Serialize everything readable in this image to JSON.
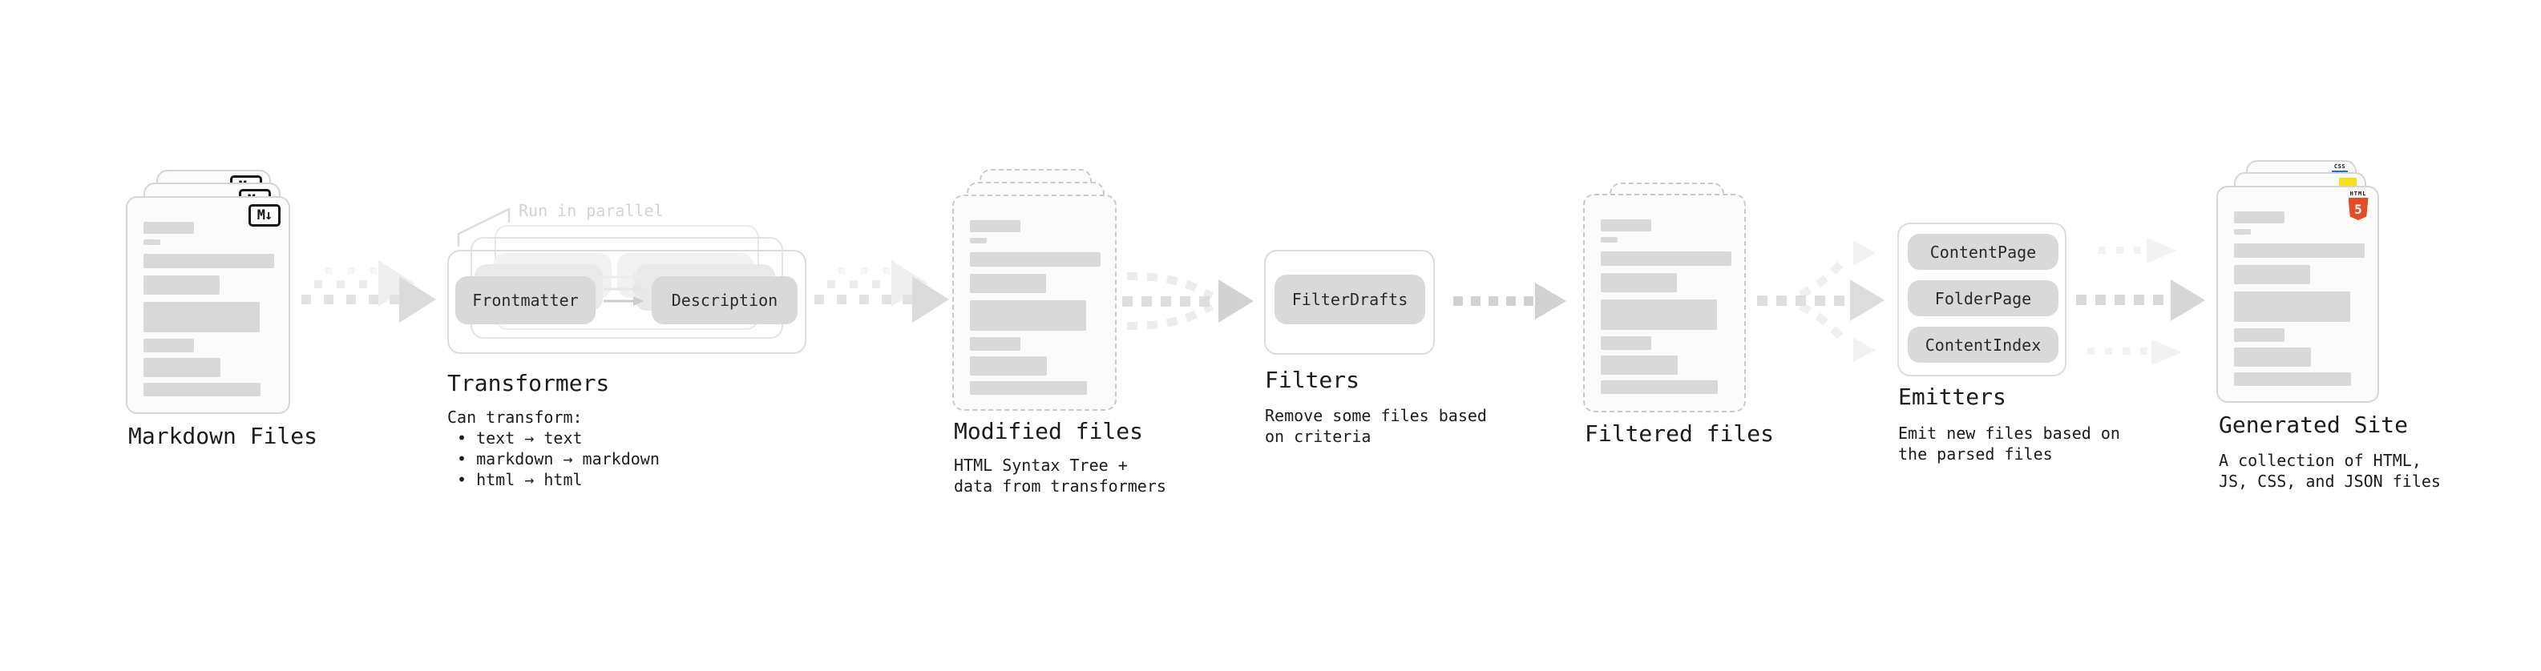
{
  "pipeline": {
    "markdown": {
      "label": "Markdown Files",
      "badge": "M↓"
    },
    "transformers": {
      "label": "Transformers",
      "annotation": "Run in parallel",
      "pill_left": "Frontmatter",
      "pill_right": "Description",
      "desc_title": "Can transform:",
      "bullets": [
        "• text → text",
        "• markdown → markdown",
        "• html → html"
      ]
    },
    "modified": {
      "label": "Modified files",
      "desc": "HTML Syntax Tree +\ndata from transformers"
    },
    "filters": {
      "label": "Filters",
      "pill": "FilterDrafts",
      "desc": "Remove some files based\non criteria"
    },
    "filtered": {
      "label": "Filtered files"
    },
    "emitters": {
      "label": "Emitters",
      "pills": [
        "ContentPage",
        "FolderPage",
        "ContentIndex"
      ],
      "desc": "Emit new files based on\nthe parsed files"
    },
    "generated": {
      "label": "Generated Site",
      "badge_css": "CSS",
      "badge_html_word": "HTML",
      "badge_html_number": "5",
      "desc": "A collection of HTML,\nJS, CSS, and JSON files"
    }
  },
  "colors": {
    "ink": "#1c1c1c",
    "annotation_gray": "#d2d2d2",
    "pill_fill": "#d9d9d9",
    "bar_fill": "#d9d9d9",
    "card_fill": "#fbfbfb",
    "card_border": "#d5d5d5",
    "dashed_border": "#c9c9c9",
    "arrow_gray": "#dcdcdc",
    "html5_orange": "#e44d26",
    "js_yellow": "#f7df1e",
    "css_blue": "#2965f1"
  }
}
